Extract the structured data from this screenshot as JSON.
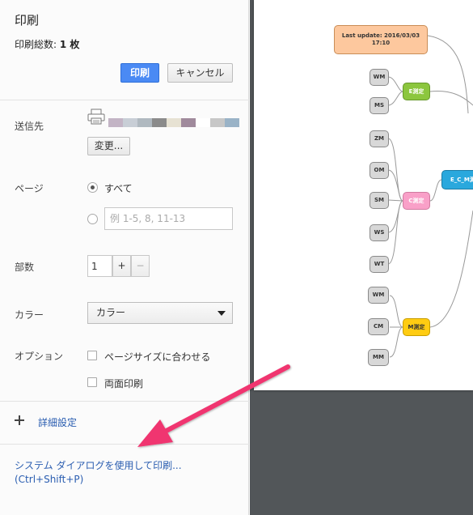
{
  "header": {
    "title": "印刷",
    "total_label": "印刷総数:",
    "total_value": "1 枚",
    "print_button": "印刷",
    "cancel_button": "キャンセル"
  },
  "destination": {
    "label": "送信先",
    "printer_icon": "printer-icon",
    "change_button": "変更...",
    "swatch_colors": [
      "#c3b4c5",
      "#c8ced6",
      "#b0b9c0",
      "#8b8b8b",
      "#e7e2d3",
      "#a08a9c",
      "#ffffff",
      "#c7c7c7",
      "#9ab3c7"
    ]
  },
  "pages": {
    "label": "ページ",
    "all_label": "すべて",
    "range_placeholder": "例 1-5, 8, 11-13",
    "selected": "all"
  },
  "copies": {
    "label": "部数",
    "value": "1",
    "plus": "+",
    "minus": "−"
  },
  "color": {
    "label": "カラー",
    "selected": "カラー"
  },
  "options": {
    "label": "オプション",
    "fit_to_page": "ページサイズに合わせる",
    "duplex": "両面印刷"
  },
  "more_settings": {
    "label": "詳細設定"
  },
  "system_dialog": {
    "link": "システム ダイアログを使用して印刷...",
    "shortcut": "(Ctrl+Shift+P)"
  },
  "preview": {
    "update_line1": "Last update: 2016/03/03",
    "update_line2": "17:10",
    "root": "E_C_M測",
    "group_e": "E測定",
    "group_c": "C測定",
    "group_m": "M測定",
    "e_items": [
      "WM",
      "MS"
    ],
    "c_items": [
      "ZM",
      "OM",
      "SM",
      "WS",
      "WT"
    ],
    "m_items": [
      "WM",
      "CM",
      "MM"
    ]
  },
  "colors": {
    "accent": "#4a8af4",
    "arrow": "#f0356f",
    "link": "#2a5db0",
    "preview_bg": "#525659"
  }
}
